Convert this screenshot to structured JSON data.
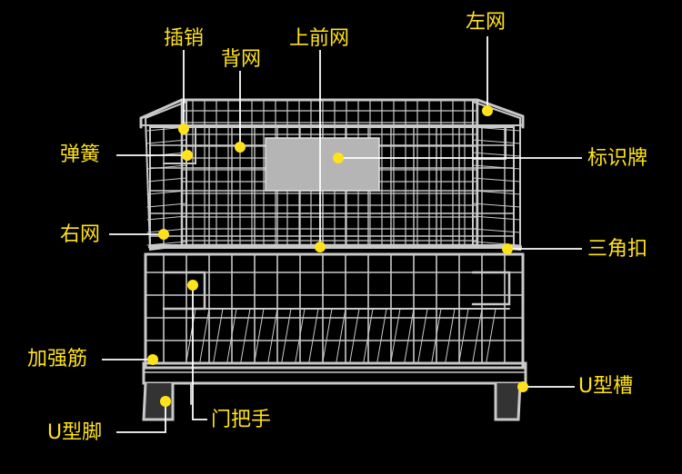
{
  "colors": {
    "background": "#000000",
    "label_text": "#ffe21a",
    "leader_line": "#ffffff",
    "marker_dot": "#ffe21a",
    "wire": "#c9c9c9",
    "sign_plate": "#b5b5b5"
  },
  "callouts": [
    {
      "id": "pin",
      "label": "插销"
    },
    {
      "id": "back-mesh",
      "label": "背网"
    },
    {
      "id": "upper-front-mesh",
      "label": "上前网"
    },
    {
      "id": "left-mesh",
      "label": "左网"
    },
    {
      "id": "spring",
      "label": "弹簧"
    },
    {
      "id": "sign-plate",
      "label": "标识牌"
    },
    {
      "id": "right-mesh",
      "label": "右网"
    },
    {
      "id": "triangle-buckle",
      "label": "三角扣"
    },
    {
      "id": "reinforcing-rib",
      "label": "加强筋"
    },
    {
      "id": "u-channel",
      "label": "U型槽"
    },
    {
      "id": "door-handle",
      "label": "门把手"
    },
    {
      "id": "u-foot",
      "label": "U型脚"
    }
  ]
}
